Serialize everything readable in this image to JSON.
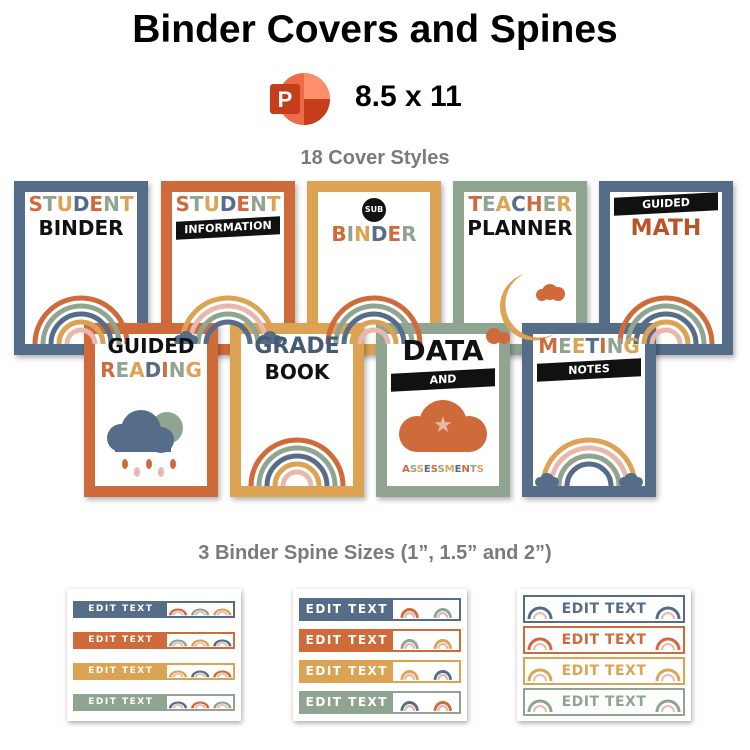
{
  "header": {
    "title": "Binder Covers and Spines",
    "format": "8.5 x 11",
    "app_icon": "powerpoint-icon"
  },
  "covers_heading": "18 Cover Styles",
  "spines_heading": "3 Binder Spine Sizes (1”, 1.5” and 2”)",
  "colors": {
    "blue": "#566d89",
    "orange": "#cf6a3b",
    "mustard": "#dca354",
    "sage": "#8fa591",
    "pink": "#e9b8ad"
  },
  "covers": [
    {
      "frame": "blue",
      "lines": [
        {
          "t": "STUDENT",
          "s": "multi"
        },
        {
          "t": "BINDER",
          "s": "black"
        }
      ],
      "art": "rainbow"
    },
    {
      "frame": "orange",
      "lines": [
        {
          "t": "STUDENT",
          "s": "multi"
        },
        {
          "t": "INFORMATION",
          "s": "banner"
        }
      ],
      "art": "rainbow-clouds"
    },
    {
      "frame": "mustard",
      "lines": [
        {
          "t": "SUB",
          "s": "circle"
        },
        {
          "t": "BINDER",
          "s": "multi"
        }
      ],
      "art": "rainbow"
    },
    {
      "frame": "sage",
      "lines": [
        {
          "t": "TEACHER",
          "s": "multi"
        },
        {
          "t": "PLANNER",
          "s": "black"
        }
      ],
      "art": "moon"
    },
    {
      "frame": "blue",
      "lines": [
        {
          "t": "GUIDED",
          "s": "banner"
        },
        {
          "t": "MATH",
          "s": "multi"
        }
      ],
      "art": "rainbow"
    },
    {
      "frame": "orange",
      "lines": [
        {
          "t": "GUIDED",
          "s": "black"
        },
        {
          "t": "READING",
          "s": "multi"
        }
      ],
      "art": "cloud-rain"
    },
    {
      "frame": "mustard",
      "lines": [
        {
          "t": "GRADE",
          "s": "multi"
        },
        {
          "t": "BOOK",
          "s": "black"
        }
      ],
      "art": "rainbow"
    },
    {
      "frame": "sage",
      "lines": [
        {
          "t": "DATA",
          "s": "black"
        },
        {
          "t": "AND",
          "s": "banner"
        },
        {
          "t": "ASSESSMENTS",
          "s": "multi-small"
        }
      ],
      "art": "cloud"
    },
    {
      "frame": "blue",
      "lines": [
        {
          "t": "MEETING",
          "s": "multi"
        },
        {
          "t": "NOTES",
          "s": "banner"
        }
      ],
      "art": "rainbow-clouds"
    }
  ],
  "spines": [
    {
      "size": "1”",
      "strips": [
        "EDIT TEXT",
        "EDIT TEXT",
        "EDIT TEXT",
        "EDIT TEXT"
      ]
    },
    {
      "size": "1.5”",
      "strips": [
        "EDIT TEXT",
        "EDIT TEXT",
        "EDIT TEXT",
        "EDIT TEXT"
      ]
    },
    {
      "size": "2”",
      "strips": [
        "EDIT TEXT",
        "EDIT TEXT",
        "EDIT TEXT",
        "EDIT TEXT"
      ]
    }
  ]
}
